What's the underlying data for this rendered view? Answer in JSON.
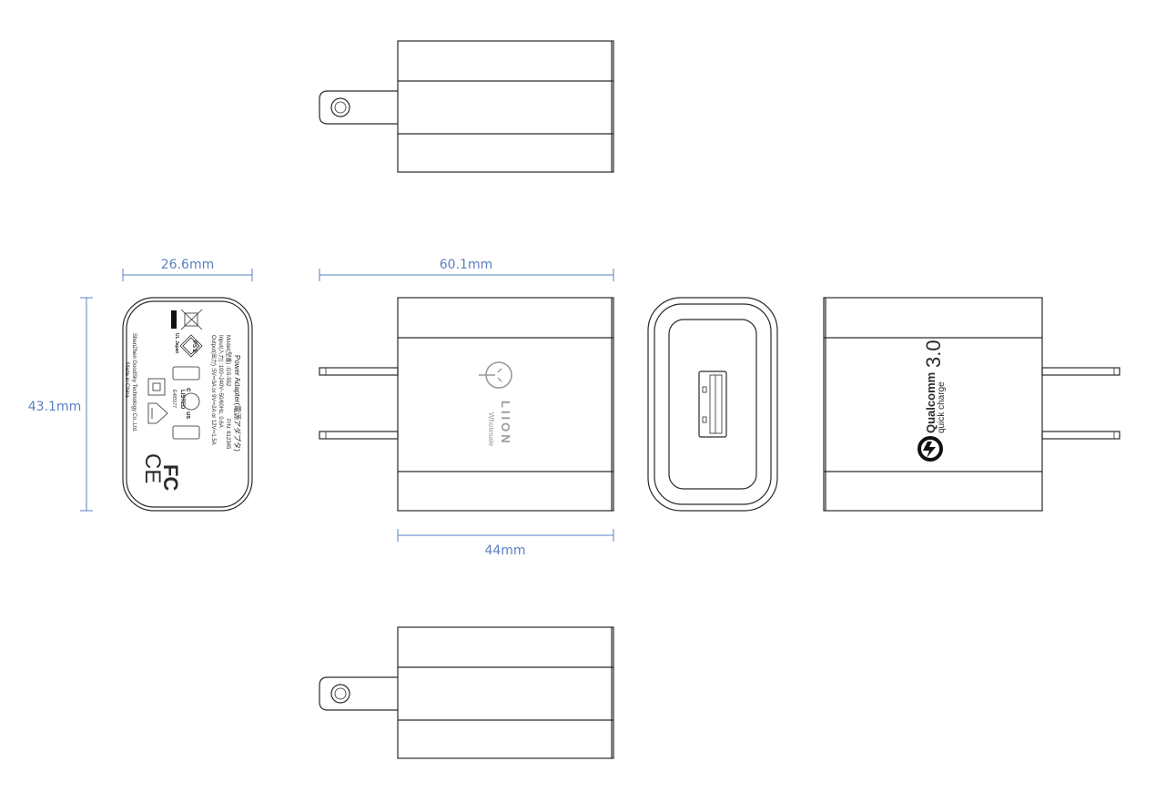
{
  "dimensions": {
    "width": "26.6mm",
    "length": "60.1mm",
    "body": "44mm",
    "height": "43.1mm"
  },
  "label": {
    "title": "Power Adapter(電源アダプタ)",
    "model": "Model(型番) :GS-552",
    "pn": "P/N: 612345",
    "input": "Input(入力) :100~240V~50/60Hz, 0.6A",
    "output": "Output(出力) :5V⎓3A or 9V⎓2A or 12V⎓1.5A",
    "maker": "ShenZhen GoodSky Technology Co.,Ltd.",
    "origin": "Made in China",
    "ul_japan": "UL Japan",
    "ps_mark": "PS E",
    "ul_listed": "LISTED",
    "ul_number": "E483177",
    "ul_c": "c",
    "ul_us": "us",
    "fc_mark": "FC",
    "ce_mark": "CE"
  },
  "brand": {
    "name": "LIION",
    "sub": "Wholesale"
  },
  "qc": {
    "brand": "Qualcomm",
    "line": "quick charge",
    "version": "3.0"
  },
  "icons": [
    "weee-bin-icon",
    "double-insulation-icon",
    "ps-e-diamond-icon",
    "ul-listed-icon",
    "house-icon",
    "ce-mark-icon",
    "fcc-mark-icon",
    "liion-logo-icon",
    "qualcomm-qc-icon",
    "usb-port-icon"
  ]
}
